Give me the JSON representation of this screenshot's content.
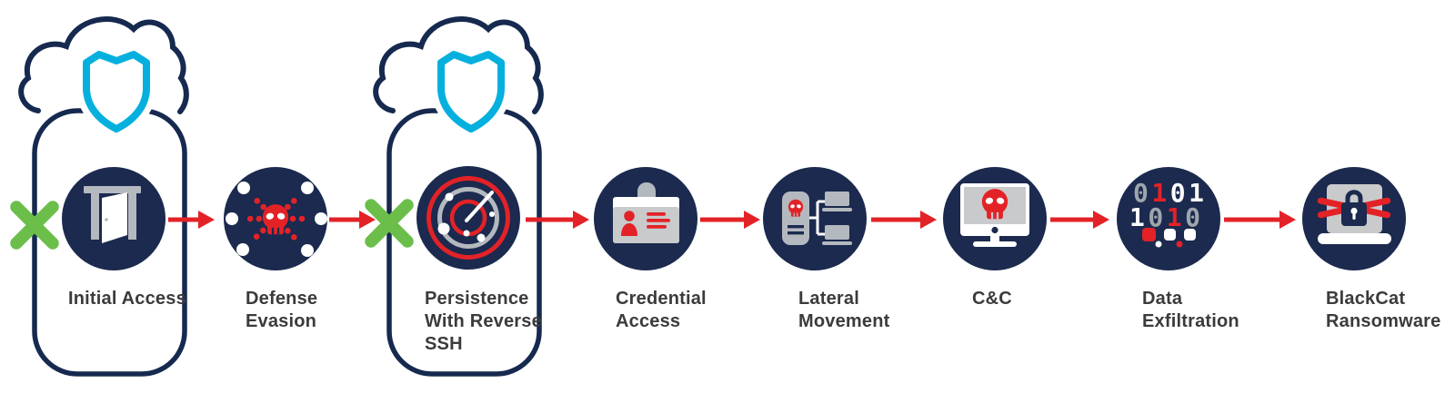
{
  "colors": {
    "navy": "#1B2A4E",
    "outline_navy": "#16294F",
    "cyan_shield": "#06B0DE",
    "arrow_red": "#E32227",
    "blocked_green": "#6CBE4B",
    "icon_gray": "#B4B9BF",
    "screen_gray": "#C8CACC",
    "label_text": "#3B3B3D"
  },
  "stages": [
    {
      "name": "initial-access",
      "icon": "door-icon",
      "label_lines": [
        "Initial Access"
      ],
      "blocked": true,
      "protected_by": "cloud-shield"
    },
    {
      "name": "defense-evasion",
      "icon": "skull-network-icon",
      "label_lines": [
        "Defense",
        "Evasion"
      ],
      "blocked": false
    },
    {
      "name": "persistence-with-reverse-ssh",
      "icon": "radar-icon",
      "label_lines": [
        "Persistence",
        "With Reverse",
        "SSH"
      ],
      "blocked": true,
      "protected_by": "cloud-shield"
    },
    {
      "name": "credential-access",
      "icon": "id-badge-icon",
      "label_lines": [
        "Credential",
        "Access"
      ],
      "blocked": false
    },
    {
      "name": "lateral-movement",
      "icon": "devices-network-icon",
      "label_lines": [
        "Lateral",
        "Movement"
      ],
      "blocked": false
    },
    {
      "name": "c-and-c",
      "icon": "monitor-skull-icon",
      "label_lines": [
        "C&C"
      ],
      "blocked": false
    },
    {
      "name": "data-exfiltration",
      "icon": "binary-data-icon",
      "label_lines": [
        "Data",
        "Exfiltration"
      ],
      "blocked": false,
      "binary": {
        "row1": [
          {
            "ch": "0",
            "cls": "b-gray"
          },
          {
            "ch": "1",
            "cls": "b-red"
          },
          {
            "ch": "0",
            "cls": "b-white"
          },
          {
            "ch": "1",
            "cls": "b-white"
          }
        ],
        "row2": [
          {
            "ch": "1",
            "cls": "b-white"
          },
          {
            "ch": "0",
            "cls": "b-gray"
          },
          {
            "ch": "1",
            "cls": "b-red"
          },
          {
            "ch": "0",
            "cls": "b-gray"
          }
        ]
      }
    },
    {
      "name": "blackcat-ransomware",
      "icon": "locked-laptop-icon",
      "label_lines": [
        "BlackCat",
        "Ransomware"
      ],
      "blocked": false
    }
  ],
  "connectors": {
    "count": 7,
    "style": "red-arrow",
    "direction": "left-to-right"
  }
}
